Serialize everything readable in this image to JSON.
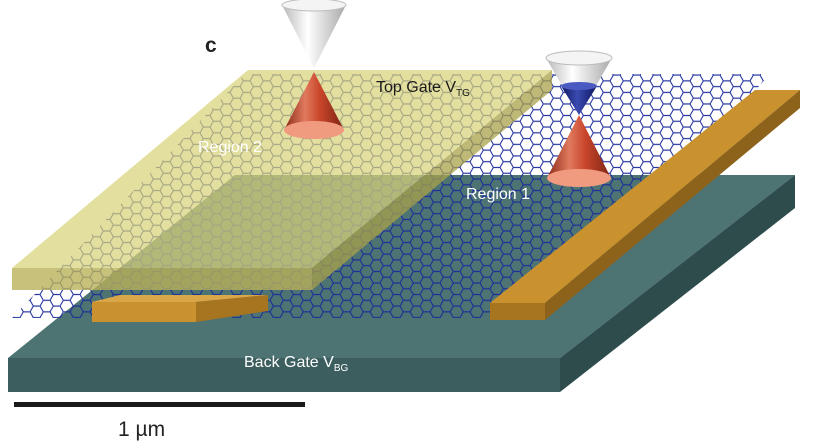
{
  "panel_label": "c",
  "top_gate": {
    "text": "Top Gate V",
    "subscript": "TG"
  },
  "back_gate": {
    "text": "Back Gate V",
    "subscript": "BG"
  },
  "region2_label": "Region 2",
  "region1_label": "Region 1",
  "scale_bar_label": "1 µm",
  "colors": {
    "back_gate_top": "#4d7373",
    "back_gate_front": "#3c5e5e",
    "top_gate": "#d8d27a",
    "contact": "#c9922f",
    "graphene": "#1a2a9a",
    "cone_red": "#c94a2e",
    "cone_blue": "#1c2a8a"
  }
}
